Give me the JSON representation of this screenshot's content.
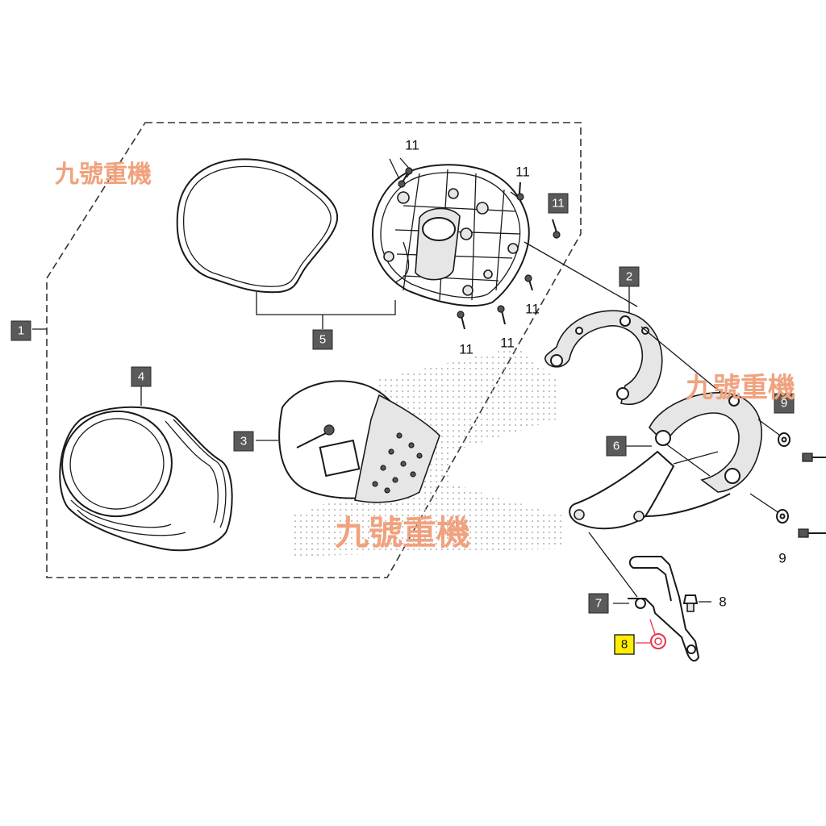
{
  "watermark": {
    "text": "九號重機",
    "color": "#f0a27e"
  },
  "callouts": {
    "c1": "1",
    "c2": "2",
    "c3": "3",
    "c4": "4",
    "c5": "5",
    "c6": "6",
    "c7": "7",
    "c8": "8",
    "c9": "9",
    "c11": "11"
  },
  "colors": {
    "label_box": "#5a5a5a",
    "highlight_box": "#ffee00",
    "highlight_part": "#e8344a"
  }
}
